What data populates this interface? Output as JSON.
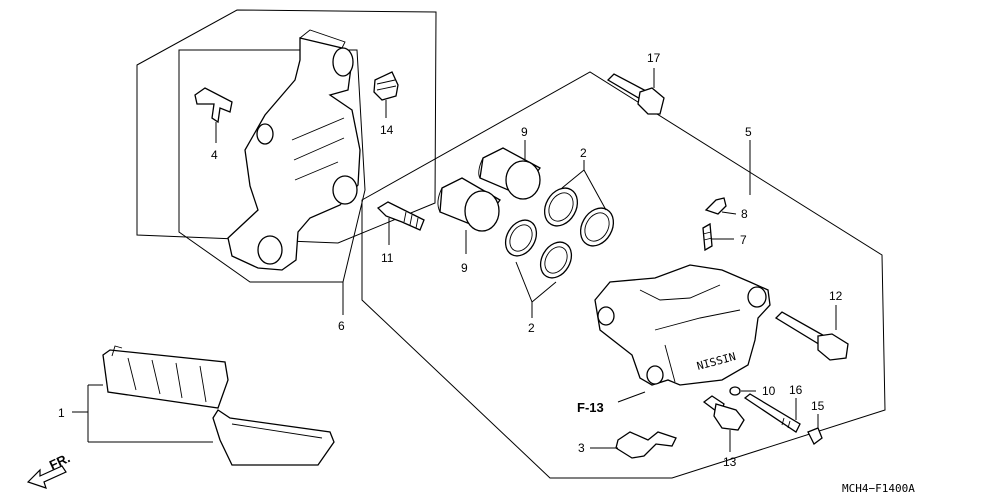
{
  "callouts": {
    "c1": "1",
    "c2a": "2",
    "c2b": "2",
    "c3": "3",
    "c4": "4",
    "c5": "5",
    "c6": "6",
    "c7": "7",
    "c8": "8",
    "c9a": "9",
    "c9b": "9",
    "c10": "10",
    "c11": "11",
    "c12": "12",
    "c13": "13",
    "c14": "14",
    "c15": "15",
    "c16": "16",
    "c17": "17",
    "f13": "F-13"
  },
  "front_arrow": "FR.",
  "brand_mark": "NISSIN",
  "diagram_code": "MCH4−F1400A"
}
